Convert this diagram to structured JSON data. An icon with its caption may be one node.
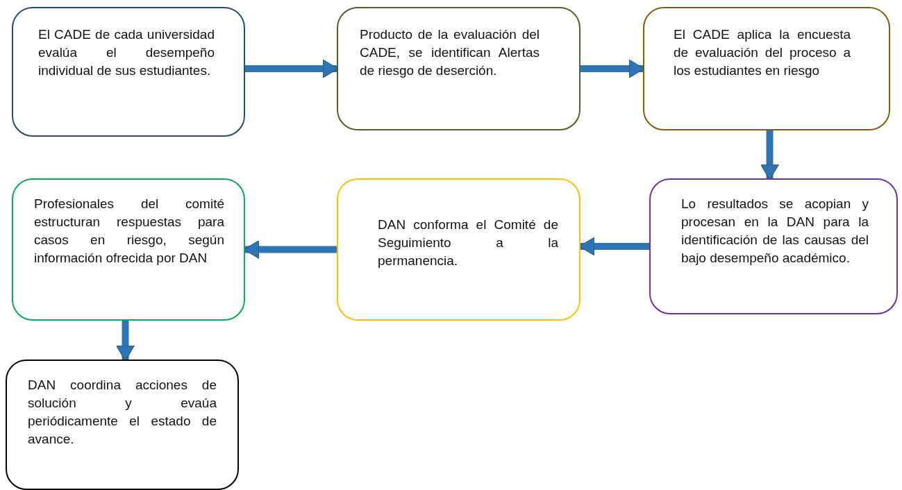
{
  "diagram": {
    "nodes": [
      {
        "text": [
          "El CADE de cada universidad evalúa el desempeño individual de sus estudiantes."
        ]
      },
      {
        "text": [
          "Producto de la evaluación del CADE, se identifican Alertas de riesgo de deserción."
        ]
      },
      {
        "text": [
          "El CADE aplica la encuesta de evaluación del proceso a los estudiantes en riesgo"
        ]
      },
      {
        "text": [
          "Lo resultados se acopian y procesan en la DAN para la identificación de las causas del bajo desempeño académico."
        ]
      },
      {
        "text": [
          "DAN conforma el Comité de Seguimiento a la permanencia."
        ]
      },
      {
        "text": [
          "Profesionales del comité estructuran respuestas para casos en riesgo, según información ofrecida por DAN"
        ]
      },
      {
        "text": [
          "DAN coordina acciones de solución y evaúa periódicamente el estado de avance."
        ]
      }
    ],
    "edges": [
      {
        "from": 0,
        "to": 1,
        "arrow": "to"
      },
      {
        "from": 1,
        "to": 2,
        "arrow": "to"
      },
      {
        "from": 2,
        "to": 3,
        "arrow": "to"
      },
      {
        "from": 3,
        "to": 4,
        "arrow": "to"
      },
      {
        "from": 4,
        "to": 5,
        "arrow": "to"
      },
      {
        "from": 5,
        "to": 6,
        "arrow": "to"
      }
    ]
  }
}
